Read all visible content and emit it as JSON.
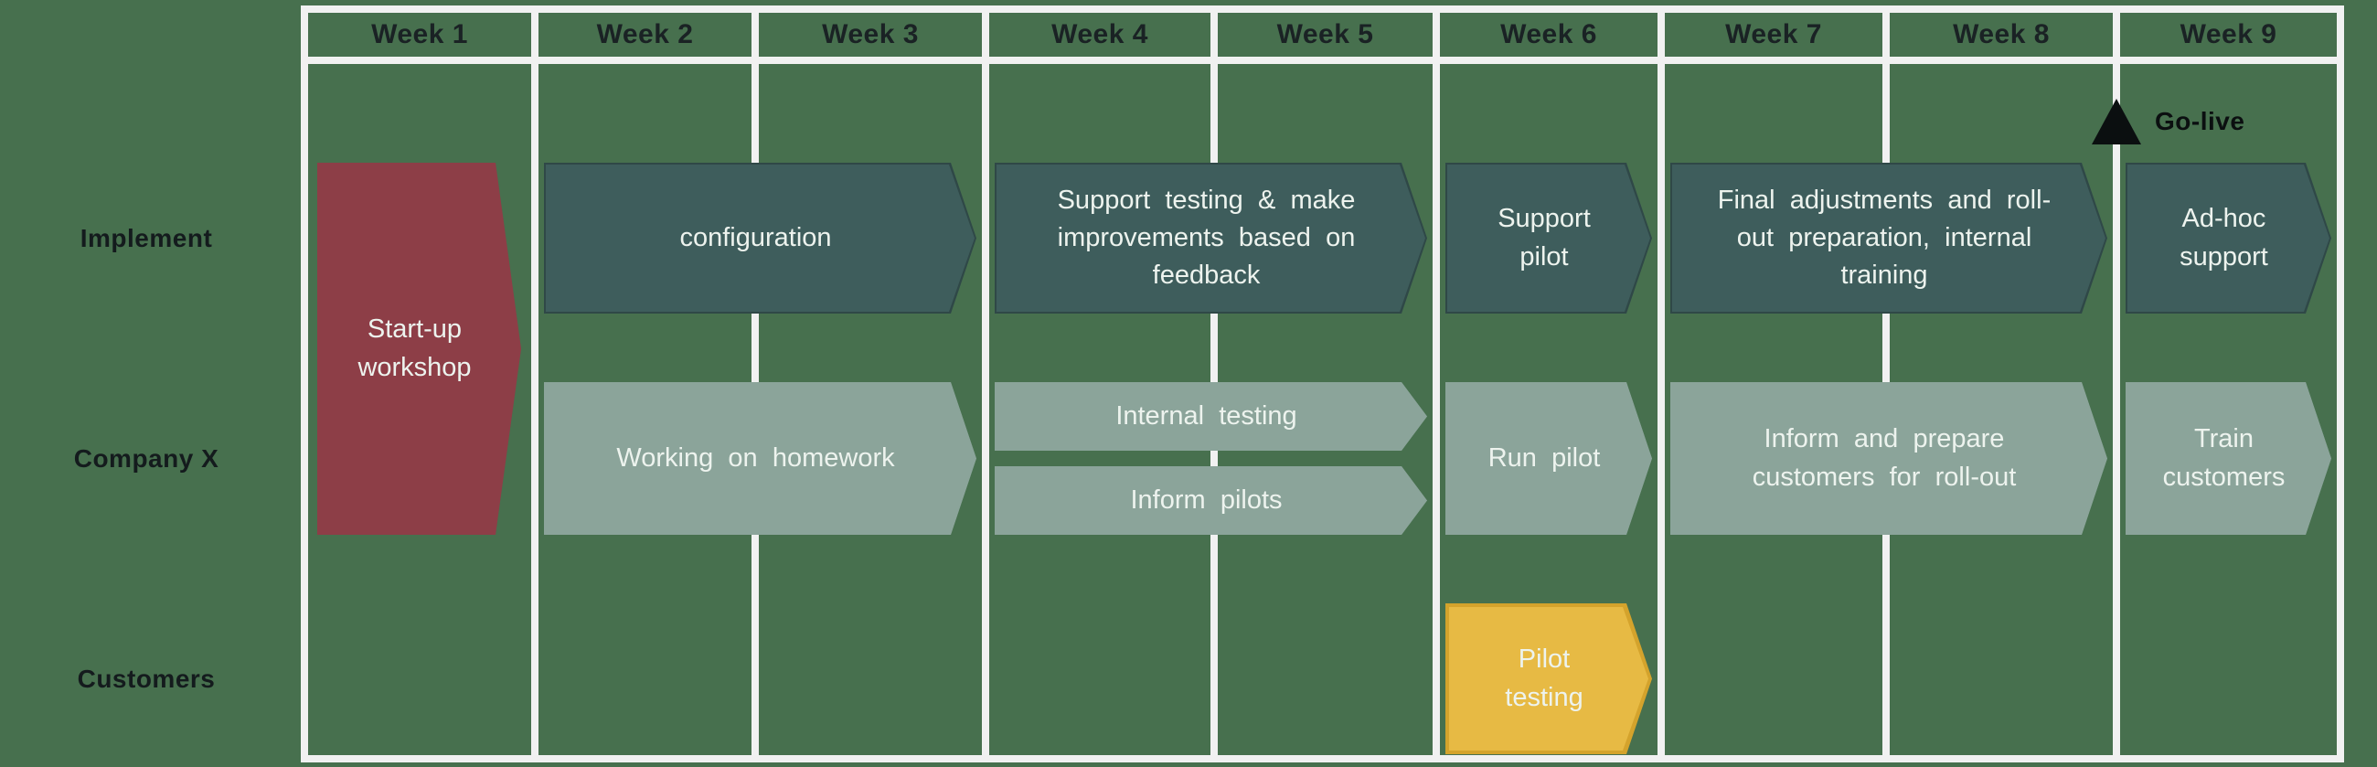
{
  "diagram": {
    "kind": "project-timeline-gantt",
    "weeks": [
      "Week 1",
      "Week 2",
      "Week 3",
      "Week 4",
      "Week 5",
      "Week 6",
      "Week 7",
      "Week 8",
      "Week 9"
    ],
    "rows": [
      {
        "id": "implement",
        "label": "Implement"
      },
      {
        "id": "companyx",
        "label": "Company X"
      },
      {
        "id": "customers",
        "label": "Customers"
      }
    ],
    "milestone": {
      "label": "Go-live",
      "after_week": 8,
      "icon": "triangle-up-icon"
    },
    "tasks": [
      {
        "id": "start-up-workshop",
        "row": "implement",
        "slot": "tall",
        "week_start": 1,
        "week_end": 1,
        "color": "red",
        "label": "Start-up\nworkshop"
      },
      {
        "id": "configuration",
        "row": "implement",
        "slot": "full",
        "week_start": 2,
        "week_end": 3,
        "color": "teal",
        "label": "configuration"
      },
      {
        "id": "support-testing",
        "row": "implement",
        "slot": "full",
        "week_start": 4,
        "week_end": 5,
        "color": "teal",
        "label": "Support testing & make\nimprovements based on\nfeedback"
      },
      {
        "id": "support-pilot",
        "row": "implement",
        "slot": "full",
        "week_start": 6,
        "week_end": 6,
        "color": "teal",
        "label": "Support\npilot"
      },
      {
        "id": "final-adjustments",
        "row": "implement",
        "slot": "full",
        "week_start": 7,
        "week_end": 8,
        "color": "teal",
        "label": "Final adjustments and roll-\nout preparation, internal\ntraining"
      },
      {
        "id": "ad-hoc-support",
        "row": "implement",
        "slot": "full",
        "week_start": 9,
        "week_end": 9,
        "color": "teal",
        "label": "Ad-hoc\nsupport"
      },
      {
        "id": "working-on-homework",
        "row": "companyx",
        "slot": "full",
        "week_start": 2,
        "week_end": 3,
        "color": "sage",
        "label": "Working on homework"
      },
      {
        "id": "internal-testing",
        "row": "companyx",
        "slot": "top",
        "week_start": 4,
        "week_end": 5,
        "color": "sage",
        "label": "Internal testing"
      },
      {
        "id": "inform-pilots",
        "row": "companyx",
        "slot": "bottom",
        "week_start": 4,
        "week_end": 5,
        "color": "sage",
        "label": "Inform pilots"
      },
      {
        "id": "run-pilot",
        "row": "companyx",
        "slot": "full",
        "week_start": 6,
        "week_end": 6,
        "color": "sage",
        "label": "Run pilot"
      },
      {
        "id": "inform-and-prepare",
        "row": "companyx",
        "slot": "full",
        "week_start": 7,
        "week_end": 8,
        "color": "sage",
        "label": "Inform and prepare\ncustomers for roll-out"
      },
      {
        "id": "train-customers",
        "row": "companyx",
        "slot": "full",
        "week_start": 9,
        "week_end": 9,
        "color": "sage",
        "label": "Train\ncustomers"
      },
      {
        "id": "pilot-testing",
        "row": "customers",
        "slot": "full",
        "week_start": 6,
        "week_end": 6,
        "color": "yellow",
        "label": "Pilot\ntesting"
      }
    ],
    "colors": {
      "background": "#47704e",
      "gridline": "#f1f1f1",
      "teal": "#3e5d5c",
      "teal_border": "#2f4847",
      "sage": "#8ba49a",
      "sage_border": "#8ba49a",
      "red": "#8d3e47",
      "red_border": "#8d3e47",
      "yellow": "#e7ba44",
      "yellow_border": "#d4a32c",
      "bar_text": "#edf3ee",
      "header_text": "#1a2224",
      "milestone_black": "#0b0f10"
    }
  }
}
